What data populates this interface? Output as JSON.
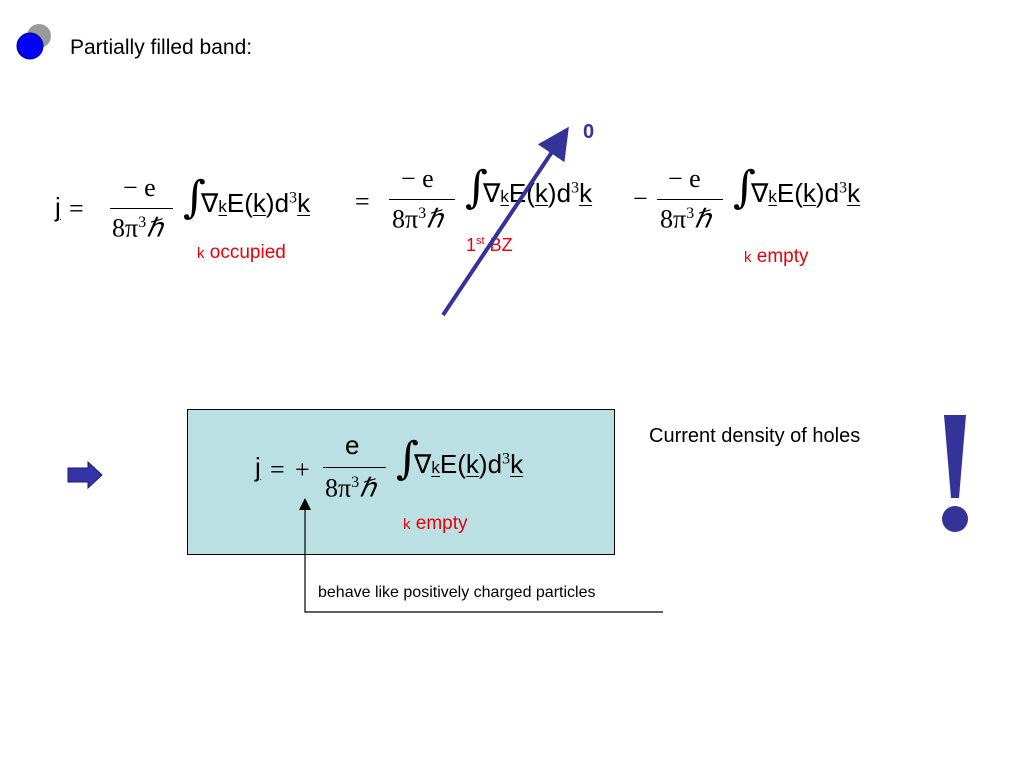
{
  "title": {
    "text": "Partially filled band:"
  },
  "eq1": {
    "j": "j",
    "equals": "=",
    "numerator": "− e",
    "denominator_8pi": "8π",
    "denominator_exp": "3",
    "denominator_hbar": "ℏ",
    "integral": "∫",
    "nabla": "∇",
    "sub_k": "k",
    "E_open": "E(",
    "k_in": "k",
    "close_d": ")d",
    "d_exp": "3",
    "k_end": "k",
    "limit_k": "k",
    "limit_text": " occupied"
  },
  "eq2": {
    "equals": "=",
    "numerator": "− e",
    "denominator_8pi": "8π",
    "denominator_exp": "3",
    "denominator_hbar": "ℏ",
    "integral": "∫",
    "nabla": "∇",
    "sub_k": "k",
    "E_open": "E(",
    "k_in": "k",
    "close_d": ")d",
    "d_exp": "3",
    "k_end": "k",
    "limit_main": "1",
    "limit_sup": "st",
    "limit_tail": " BZ",
    "minus": "−"
  },
  "eq3": {
    "numerator": "− e",
    "denominator_8pi": "8π",
    "denominator_exp": "3",
    "denominator_hbar": "ℏ",
    "integral": "∫",
    "nabla": "∇",
    "sub_k": "k",
    "E_open": "E(",
    "k_in": "k",
    "close_d": ")d",
    "d_exp": "3",
    "k_end": "k",
    "limit_k": "k",
    "limit_text": " empty"
  },
  "crossout_label": "0",
  "box": {
    "j": "j",
    "equals": "=",
    "plus": "+",
    "numerator": "e",
    "denominator_8pi": "8π",
    "denominator_exp": "3",
    "denominator_hbar": "ℏ",
    "integral": "∫",
    "nabla": "∇",
    "sub_k": "k",
    "E_open": "E(",
    "k_in": "k",
    "close_d": ")d",
    "d_exp": "3",
    "k_end": "k",
    "limit_k": "k",
    "limit_text": " empty"
  },
  "current_density_label": "Current density of holes",
  "exclamation": "!",
  "annotation": "behave like positively charged particles",
  "colors": {
    "bullet": "#0000ff",
    "crossout_line": "#333399",
    "box_fill": "#bbe0e3",
    "red_text": "#e8000b",
    "arrow": "#3333aa",
    "exclamation": "#333399"
  },
  "icons": {
    "bullet": "bullet-circle-icon",
    "right_arrow": "right-arrow-icon",
    "exclamation": "exclamation-icon"
  }
}
